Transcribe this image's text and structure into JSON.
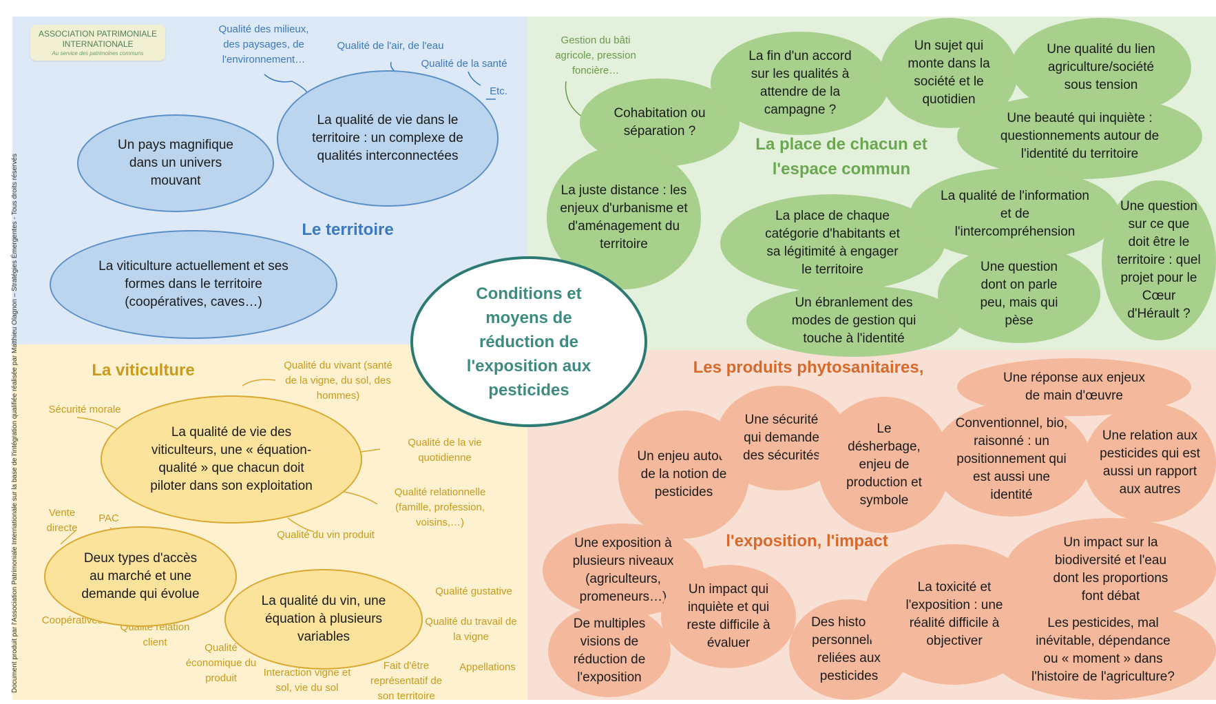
{
  "logo": {
    "line1": "ASSOCIATION PATRIMONIALE",
    "line2": "INTERNATIONALE",
    "tagline": "Au service des patrimoines communs"
  },
  "copyright": "Document produit par l'Association Patrimoniale Internationale sur la base de l'intégration qualifiée réalisée par Matthieu Olagnon – Stratégies Émergentes - Tous droits réservés",
  "center": "Conditions et moyens de réduction de l'exposition aux pesticides",
  "territoire": {
    "title": "Le territoire",
    "ellipses": [
      "Un pays magnifique dans un univers mouvant",
      "La qualité de vie dans le territoire : un complexe de qualités interconnectées",
      "La viticulture actuellement et ses formes dans le territoire (coopératives, caves…)"
    ],
    "labels": [
      "Qualité des milieux, des paysages, de l'environnement…",
      "Qualité de l'air, de l'eau",
      "Qualité de la santé",
      "Etc."
    ]
  },
  "espace": {
    "title": "La place de chacun et l'espace commun",
    "label": "Gestion du bâti agricole, pression foncière…",
    "ellipses": [
      "Cohabitation ou séparation ?",
      "La fin d'un accord sur les qualités à attendre de la campagne ?",
      "Un sujet qui monte dans la société et le quotidien",
      "Une qualité du lien agriculture/société sous tension",
      "Une beauté qui inquiète : questionnements autour de l'identité du territoire",
      "La juste distance : les enjeux d'urbanisme et d'aménagement du territoire",
      "La place de chaque catégorie d'habitants et sa légitimité à engager le territoire",
      "La qualité de l'information et de l'intercompréhension",
      "Une question sur ce que doit être le territoire : quel projet pour le Cœur d'Hérault ?",
      "Un ébranlement des modes de gestion qui touche à l'identité",
      "Une question dont on parle peu, mais qui pèse"
    ]
  },
  "viticulture": {
    "title": "La viticulture",
    "ellipses": [
      "La qualité de vie des viticulteurs, une « équation-qualité » que chacun doit piloter dans son exploitation",
      "Deux types d'accès au marché et une demande qui évolue",
      "La qualité du vin, une équation à plusieurs variables"
    ],
    "labels": [
      "Qualité du vivant (santé de la vigne, du sol, des hommes)",
      "Sécurité morale",
      "Qualité de la vie quotidienne",
      "Qualité relationnelle (famille, profession, voisins,…)",
      "Qualité du vin produit",
      "Vente directe",
      "PAC",
      "Coopératives",
      "Qualité relation client",
      "Qualité économique du produit",
      "Interaction vigne et sol, vie du sol",
      "Fait d'être représentatif de son territoire",
      "Appellations",
      "Qualité gustative",
      "Qualité du travail de la vigne"
    ]
  },
  "phyto": {
    "title1": "Les produits phytosanitaires,",
    "title2": "l'exposition, l'impact",
    "ellipses": [
      "Un enjeu autour de la notion de pesticides",
      "Une sécurité qui demande des sécurités",
      "Le désherbage, enjeu de production et symbole",
      "Conventionnel, bio, raisonné : un positionnement qui est aussi une identité",
      "Une réponse aux enjeux de main d'œuvre",
      "Une relation aux pesticides qui est aussi un rapport aux autres",
      "Une exposition à plusieurs niveaux (agriculteurs, promeneurs…)",
      "De multiples visions de réduction de l'exposition",
      "Un impact qui inquiète et qui reste difficile à évaluer",
      "Des histoires personnelles reliées aux pesticides",
      "La toxicité et l'exposition : une réalité difficile à objectiver",
      "Un impact sur la biodiversité et l'eau dont les proportions font débat",
      "Les pesticides, mal inévitable, dépendance ou « moment » dans l'histoire de l'agriculture?"
    ]
  }
}
